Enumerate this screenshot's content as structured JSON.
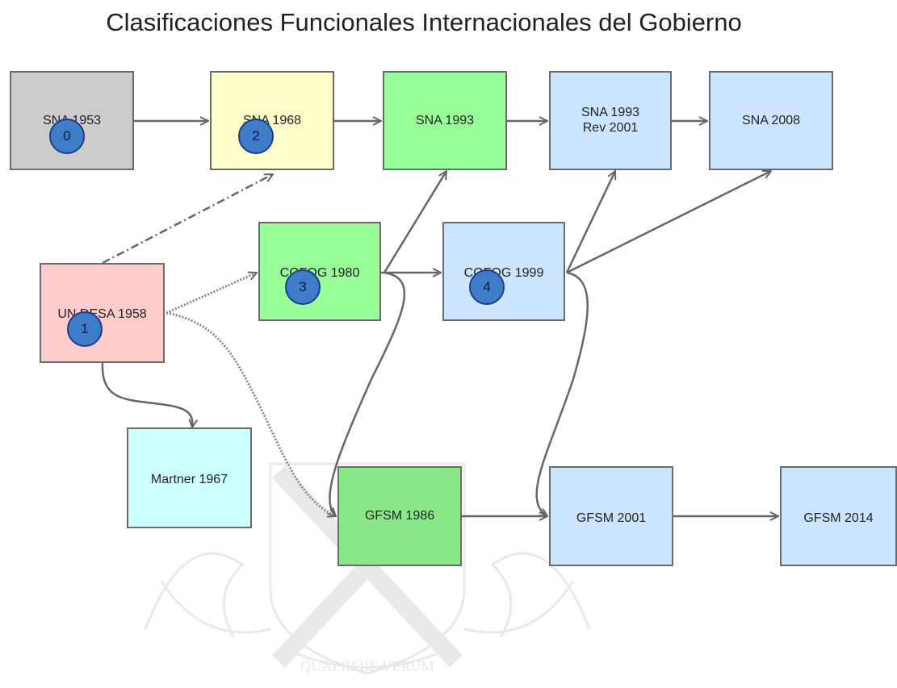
{
  "title": "Clasificaciones Funcionales Internacionales del Gobierno",
  "watermark": {
    "motto": "QUAERERE VERUM"
  },
  "colors": {
    "gray": "#cccccc",
    "yellow": "#ffffcc",
    "green": "#99ff99",
    "dark_green": "#88e888",
    "blue": "#cce5ff",
    "pink": "#ffcccc",
    "cyan": "#ccffff",
    "badge": "#3f7cc9",
    "edge": "#666666"
  },
  "nodes": [
    {
      "id": "sna1953",
      "label": "SNA 1953",
      "color": "gray",
      "badge": "0"
    },
    {
      "id": "sna1968",
      "label": "SNA 1968",
      "color": "yellow",
      "badge": "2"
    },
    {
      "id": "sna1993",
      "label": "SNA 1993",
      "color": "green"
    },
    {
      "id": "sna1993r",
      "label": "SNA 1993\nRev 2001",
      "color": "blue"
    },
    {
      "id": "sna2008",
      "label": "SNA 2008",
      "color": "blue"
    },
    {
      "id": "cofog1980",
      "label": "COFOG 1980",
      "color": "green",
      "badge": "3"
    },
    {
      "id": "cofog1999",
      "label": "COFOG 1999",
      "color": "blue",
      "badge": "4"
    },
    {
      "id": "undesa1958",
      "label": "UN DESA 1958",
      "color": "pink",
      "badge": "1"
    },
    {
      "id": "martner1967",
      "label": "Martner 1967",
      "color": "cyan"
    },
    {
      "id": "gfsm1986",
      "label": "GFSM 1986",
      "color": "dark_green"
    },
    {
      "id": "gfsm2001",
      "label": "GFSM 2001",
      "color": "blue"
    },
    {
      "id": "gfsm2014",
      "label": "GFSM 2014",
      "color": "blue"
    }
  ],
  "edges": [
    {
      "from": "sna1953",
      "to": "sna1968",
      "style": "solid"
    },
    {
      "from": "sna1968",
      "to": "sna1993",
      "style": "solid"
    },
    {
      "from": "sna1993",
      "to": "sna1993r",
      "style": "solid"
    },
    {
      "from": "sna1993r",
      "to": "sna2008",
      "style": "solid"
    },
    {
      "from": "cofog1980",
      "to": "sna1993",
      "style": "solid"
    },
    {
      "from": "cofog1980",
      "to": "cofog1999",
      "style": "solid"
    },
    {
      "from": "cofog1980",
      "to": "gfsm1986",
      "style": "solid"
    },
    {
      "from": "cofog1999",
      "to": "sna1993r",
      "style": "solid"
    },
    {
      "from": "cofog1999",
      "to": "sna2008",
      "style": "solid"
    },
    {
      "from": "cofog1999",
      "to": "gfsm2001",
      "style": "solid"
    },
    {
      "from": "undesa1958",
      "to": "sna1968",
      "style": "dashdot"
    },
    {
      "from": "undesa1958",
      "to": "cofog1980",
      "style": "dotted"
    },
    {
      "from": "undesa1958",
      "to": "gfsm1986",
      "style": "dotted"
    },
    {
      "from": "undesa1958",
      "to": "martner1967",
      "style": "solid"
    },
    {
      "from": "gfsm1986",
      "to": "gfsm2001",
      "style": "solid"
    },
    {
      "from": "gfsm2001",
      "to": "gfsm2014",
      "style": "solid"
    }
  ]
}
